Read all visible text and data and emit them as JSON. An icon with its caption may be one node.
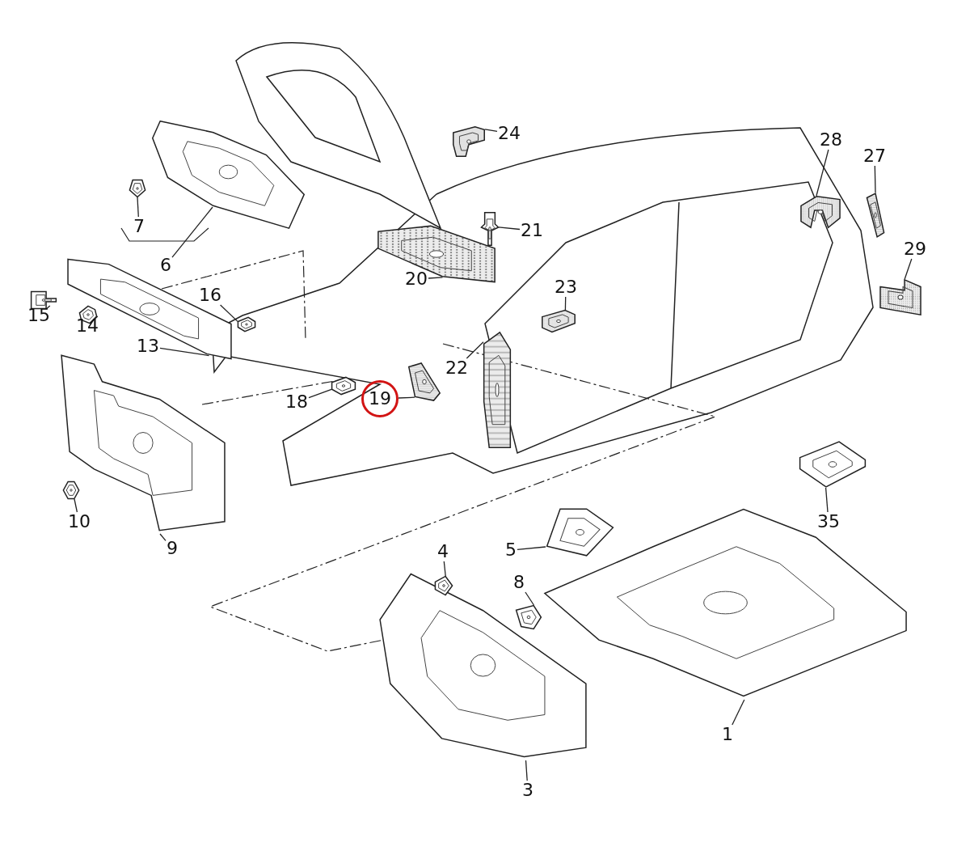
{
  "diagram": {
    "nodes": [
      {
        "text": [
          "24"
        ]
      },
      {
        "text": [
          "7"
        ]
      },
      {
        "text": [
          "6"
        ]
      },
      {
        "text": [
          "28"
        ]
      },
      {
        "text": [
          "27"
        ]
      },
      {
        "text": [
          "21"
        ]
      },
      {
        "text": [
          "29"
        ]
      },
      {
        "text": [
          "20"
        ]
      },
      {
        "text": [
          "16"
        ]
      },
      {
        "text": [
          "23"
        ]
      },
      {
        "text": [
          "15"
        ]
      },
      {
        "text": [
          "14"
        ]
      },
      {
        "text": [
          "13"
        ]
      },
      {
        "text": [
          "22"
        ]
      },
      {
        "text": [
          "18"
        ]
      },
      {
        "text": [
          "19"
        ]
      },
      {
        "text": [
          "10"
        ]
      },
      {
        "text": [
          "9"
        ]
      },
      {
        "text": [
          "35"
        ]
      },
      {
        "text": [
          "5"
        ]
      },
      {
        "text": [
          "4"
        ]
      },
      {
        "text": [
          "8"
        ]
      },
      {
        "text": [
          "1"
        ]
      },
      {
        "text": [
          "3"
        ]
      },
      {
        "text": [],
        "shape": "picture"
      },
      {
        "text": [],
        "shape": "picture"
      },
      {
        "text": [],
        "shape": "picture"
      },
      {
        "text": [],
        "shape": "picture"
      },
      {
        "text": [],
        "shape": "picture"
      },
      {
        "text": [],
        "shape": "picture"
      },
      {
        "text": [],
        "shape": "picture"
      },
      {
        "text": [],
        "shape": "picture"
      },
      {
        "text": [],
        "shape": "picture"
      },
      {
        "text": [],
        "shape": "picture"
      },
      {
        "text": [],
        "shape": "picture"
      },
      {
        "text": [],
        "shape": "picture"
      },
      {
        "text": [],
        "shape": "picture"
      },
      {
        "text": [],
        "shape": "picture"
      },
      {
        "text": [],
        "shape": "picture"
      },
      {
        "text": [],
        "shape": "picture"
      },
      {
        "text": [],
        "shape": "picture"
      },
      {
        "text": [],
        "shape": "picture"
      },
      {
        "text": [],
        "shape": "picture"
      },
      {
        "text": [],
        "shape": "picture"
      },
      {
        "text": [],
        "shape": "picture"
      },
      {
        "text": [],
        "shape": "picture"
      },
      {
        "text": [],
        "shape": "picture"
      },
      {
        "text": [],
        "shape": "picture"
      }
    ],
    "edges": [
      {
        "from": 0,
        "to": 24,
        "arrow": "none"
      },
      {
        "from": 1,
        "to": 25,
        "arrow": "none"
      },
      {
        "from": 2,
        "to": 26,
        "arrow": "none"
      },
      {
        "from": 3,
        "to": 27,
        "arrow": "none"
      },
      {
        "from": 4,
        "to": 28,
        "arrow": "none"
      },
      {
        "from": 5,
        "to": 29,
        "arrow": "none"
      },
      {
        "from": 6,
        "to": 30,
        "arrow": "none"
      },
      {
        "from": 7,
        "to": 31,
        "arrow": "none"
      },
      {
        "from": 8,
        "to": 32,
        "arrow": "none"
      },
      {
        "from": 9,
        "to": 33,
        "arrow": "none"
      },
      {
        "from": 10,
        "to": 34,
        "arrow": "none"
      },
      {
        "from": 11,
        "to": 35,
        "arrow": "none"
      },
      {
        "from": 12,
        "to": 36,
        "arrow": "none"
      },
      {
        "from": 13,
        "to": 37,
        "arrow": "none"
      },
      {
        "from": 14,
        "to": 38,
        "arrow": "none"
      },
      {
        "from": 15,
        "to": 39,
        "arrow": "none"
      },
      {
        "from": 16,
        "to": 40,
        "arrow": "none"
      },
      {
        "from": 17,
        "to": 41,
        "arrow": "none"
      },
      {
        "from": 18,
        "to": 42,
        "arrow": "none"
      },
      {
        "from": 19,
        "to": 43,
        "arrow": "none"
      },
      {
        "from": 20,
        "to": 44,
        "arrow": "none"
      },
      {
        "from": 21,
        "to": 45,
        "arrow": "none"
      },
      {
        "from": 22,
        "to": 46,
        "arrow": "none"
      },
      {
        "from": 23,
        "to": 47,
        "arrow": "none"
      }
    ]
  }
}
